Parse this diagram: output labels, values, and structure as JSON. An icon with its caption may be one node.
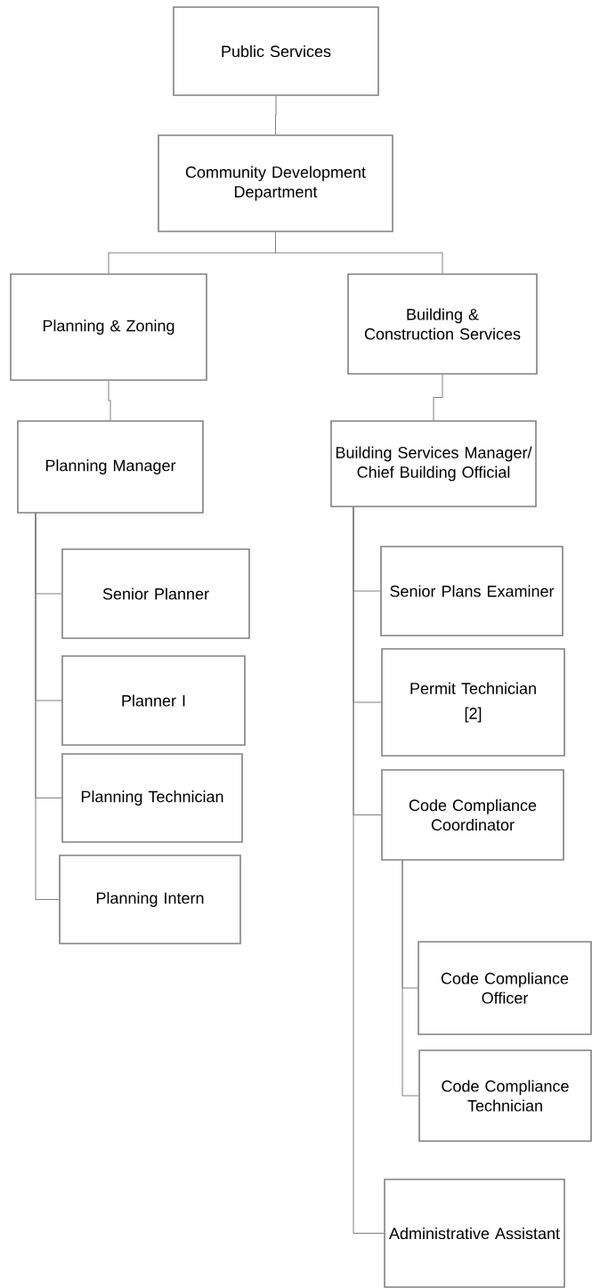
{
  "diagram": {
    "nodes": [
      {
        "text": [
          "Public Services"
        ]
      },
      {
        "text": [
          "Community Development Department"
        ]
      },
      {
        "text": [
          "Planning & Zoning"
        ]
      },
      {
        "text": [
          "Building & Construction Services"
        ]
      },
      {
        "text": [
          "Planning Manager"
        ]
      },
      {
        "text": [
          "Building Services Manager/ Chief Building Official"
        ]
      },
      {
        "text": [
          "Senior Planner"
        ]
      },
      {
        "text": [
          "Planner I"
        ]
      },
      {
        "text": [
          "Planning Technician"
        ]
      },
      {
        "text": [
          "Planning Intern"
        ]
      },
      {
        "text": [
          "Senior Plans Examiner"
        ]
      },
      {
        "text": [
          "Permit Technician",
          "[2]"
        ]
      },
      {
        "text": [
          "Code Compliance Coordinator"
        ]
      },
      {
        "text": [
          "Code Compliance Officer"
        ]
      },
      {
        "text": [
          "Code Compliance Technician"
        ]
      },
      {
        "text": [
          "Administrative Assistant"
        ]
      }
    ],
    "edges": [
      {
        "from": 0,
        "to": 1,
        "arrow": "none"
      },
      {
        "from": 1,
        "to": 2,
        "arrow": "none"
      },
      {
        "from": 1,
        "to": 3,
        "arrow": "none"
      },
      {
        "from": 2,
        "to": 4,
        "arrow": "none"
      },
      {
        "from": 3,
        "to": 5,
        "arrow": "none"
      },
      {
        "from": 4,
        "to": 6,
        "arrow": "none"
      },
      {
        "from": 4,
        "to": 7,
        "arrow": "none"
      },
      {
        "from": 4,
        "to": 8,
        "arrow": "none"
      },
      {
        "from": 4,
        "to": 9,
        "arrow": "none"
      },
      {
        "from": 5,
        "to": 10,
        "arrow": "none"
      },
      {
        "from": 5,
        "to": 11,
        "arrow": "none"
      },
      {
        "from": 5,
        "to": 12,
        "arrow": "none"
      },
      {
        "from": 5,
        "to": 15,
        "arrow": "none"
      },
      {
        "from": 12,
        "to": 13,
        "arrow": "none"
      },
      {
        "from": 12,
        "to": 14,
        "arrow": "none"
      }
    ]
  }
}
